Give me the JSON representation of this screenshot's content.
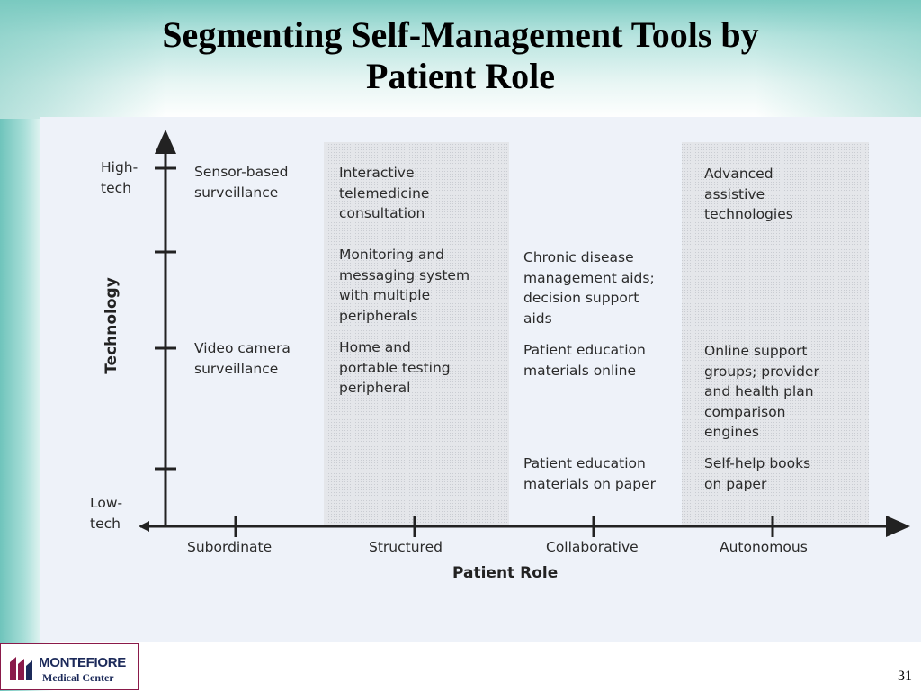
{
  "slide": {
    "title_line1": "Segmenting Self-Management Tools by",
    "title_line2": "Patient Role",
    "page_number": "31"
  },
  "logo": {
    "name": "MONTEFIORE",
    "subtitle": "Medical Center",
    "accent_color": "#8a1a4a"
  },
  "diagram": {
    "y_axis_label": "Technology",
    "x_axis_label": "Patient Role",
    "y_top_label": [
      "High-",
      "tech"
    ],
    "y_bottom_label": [
      "Low-",
      "tech"
    ],
    "x_categories": [
      "Subordinate",
      "Structured",
      "Collaborative",
      "Autonomous"
    ],
    "shaded_columns": [
      "Structured",
      "Autonomous"
    ],
    "columns": {
      "subordinate": [
        [
          "Sensor-based",
          "surveillance"
        ],
        [
          "Video camera",
          "surveillance"
        ]
      ],
      "structured": [
        [
          "Interactive",
          "telemedicine",
          "consultation"
        ],
        [
          "Monitoring and",
          "messaging system",
          "with multiple",
          "peripherals"
        ],
        [
          "Home and",
          "portable testing",
          "peripheral"
        ]
      ],
      "collaborative": [
        [
          "Chronic disease",
          "management aids;",
          "decision support",
          "aids"
        ],
        [
          "Patient education",
          "materials online"
        ],
        [
          "Patient education",
          "materials on paper"
        ]
      ],
      "autonomous": [
        [
          "Advanced",
          "assistive",
          "technologies"
        ],
        [
          "Online support",
          "groups; provider",
          "and health plan",
          "comparison",
          "engines"
        ],
        [
          "Self-help books",
          "on paper"
        ]
      ]
    }
  }
}
